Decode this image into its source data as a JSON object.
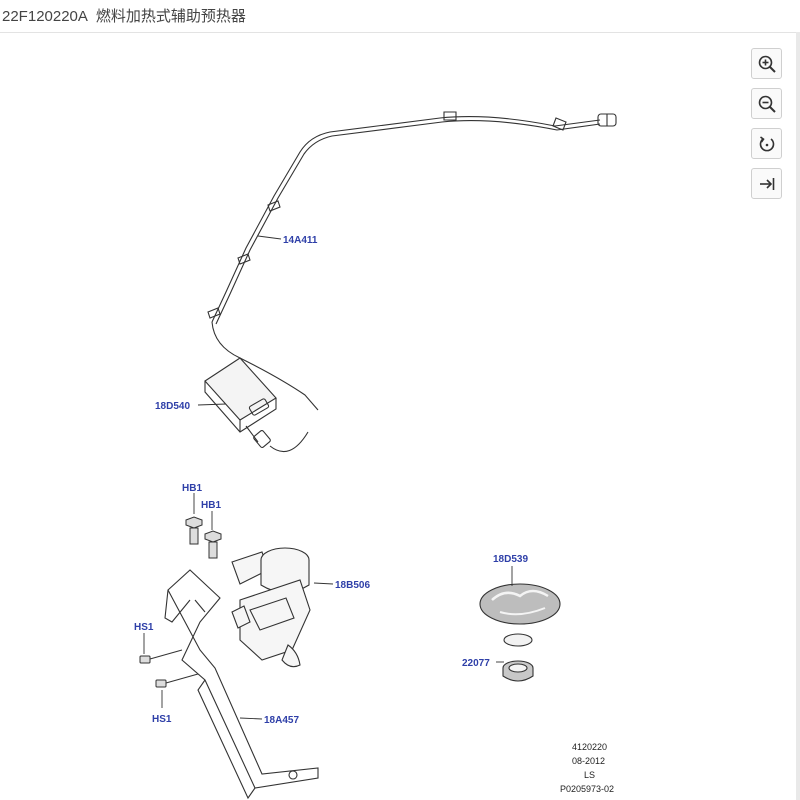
{
  "header": {
    "part_code": "22F120220A",
    "part_title": "燃料加热式辅助预热器"
  },
  "toolbar": {
    "zoom_in_icon": "zoom-in-icon",
    "zoom_out_icon": "zoom-out-icon",
    "reset_icon": "rotate-reset-icon",
    "fit_icon": "arrow-to-edge-icon"
  },
  "callouts": {
    "hose": "14A411",
    "control_module": "18D540",
    "bolt_1": "HB1",
    "bolt_2": "HB1",
    "heater_pump": "18B506",
    "screw_1": "HS1",
    "screw_2": "HS1",
    "bracket": "18A457",
    "cap": "18D539",
    "seal": "22077"
  },
  "footer": {
    "line1": "4120220",
    "line2": "08-2012",
    "line3": "LS",
    "line4": "P0205973-02"
  },
  "colors": {
    "callout": "#2e3fa8",
    "line_art": "#333333"
  }
}
